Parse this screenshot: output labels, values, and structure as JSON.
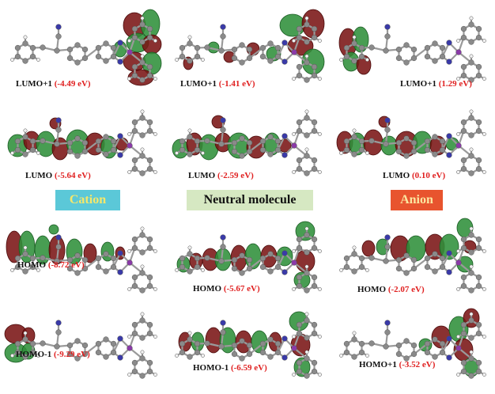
{
  "states": {
    "cation": "Cation",
    "neutral": "Neutral molecule",
    "anion": "Anion"
  },
  "colors": {
    "lobe_positive": "#7a1515",
    "lobe_negative": "#2f8f3a",
    "carbon": "#8a8a8a",
    "hydrogen": "#f0f0f0",
    "nitrogen": "#3a3aa8",
    "boron": "#8a3aa8",
    "energy_text": "#e02020",
    "cation_banner": "#5bc8d8",
    "neutral_banner": "#d6e8c2",
    "anion_banner": "#e8542e"
  },
  "orbitals": [
    {
      "id": "c-lumo1",
      "state": "cation",
      "label": "LUMO+1",
      "energy": "(-4.49 eV)"
    },
    {
      "id": "n-lumo1",
      "state": "neutral",
      "label": "LUMO+1",
      "energy": "(-1.41 eV)"
    },
    {
      "id": "a-lumo1",
      "state": "anion",
      "label": "LUMO+1",
      "energy": "(1.29 eV)"
    },
    {
      "id": "c-lumo",
      "state": "cation",
      "label": "LUMO",
      "energy": "(-5.64 eV)"
    },
    {
      "id": "n-lumo",
      "state": "neutral",
      "label": "LUMO",
      "energy": "(-2.59 eV)"
    },
    {
      "id": "a-lumo",
      "state": "anion",
      "label": "LUMO",
      "energy": "(0.10 eV)"
    },
    {
      "id": "c-homo",
      "state": "cation",
      "label": "HOMO",
      "energy": "(-8.72 eV)"
    },
    {
      "id": "n-homo",
      "state": "neutral",
      "label": "HOMO",
      "energy": "(-5.67 eV)"
    },
    {
      "id": "a-homo",
      "state": "anion",
      "label": "HOMO",
      "energy": "(-2.07 eV)"
    },
    {
      "id": "c-homo-1",
      "state": "cation",
      "label": "HOMO-1",
      "energy": "(-9.29 eV)"
    },
    {
      "id": "n-homo-1",
      "state": "neutral",
      "label": "HOMO-1",
      "energy": "(-6.59 eV)"
    },
    {
      "id": "a-homo1",
      "state": "anion",
      "label": "HOMO+1",
      "energy": "(-3.52 eV)"
    }
  ]
}
